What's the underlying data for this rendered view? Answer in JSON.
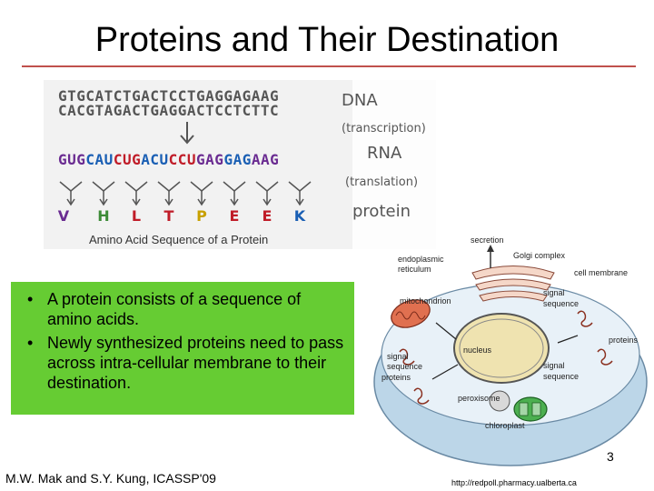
{
  "slide": {
    "title": "Proteins and Their Destination",
    "page_number": "3",
    "footer_left": "M.W. Mak and S.Y. Kung, ICASSP'09",
    "footer_right": "http://redpoll.pharmacy.ualberta.ca"
  },
  "dna_figure": {
    "dna_strand_1": "GTGCATCTGACTCCTGAGGAGAAG",
    "dna_strand_2": "CACGTAGACTGAGGACTCCTCTTC",
    "rna_codons": [
      "GUG",
      "CAU",
      "CUG",
      "ACU",
      "CCU",
      "GAG",
      "GAG",
      "AAG"
    ],
    "amino_acids": [
      "V",
      "H",
      "L",
      "T",
      "P",
      "E",
      "E",
      "K"
    ],
    "labels": {
      "dna": "DNA",
      "transcription": "(transcription)",
      "rna": "RNA",
      "translation": "(translation)",
      "protein": "protein"
    },
    "caption": "Amino Acid Sequence of a Protein"
  },
  "bullets": [
    "A protein consists of a sequence of amino acids.",
    "Newly synthesized proteins need to pass across intra-cellular membrane to their destination."
  ],
  "cell_figure": {
    "labels": {
      "secretion": "secretion",
      "golgi": "Golgi complex",
      "er_line1": "endoplasmic",
      "er_line2": "reticulum",
      "cell_membrane": "cell membrane",
      "mitochondrion": "mitochondrion",
      "signal_seq_top_1": "signal",
      "signal_seq_top_2": "sequence",
      "nucleus": "nucleus",
      "proteins_right": "proteins",
      "signal_seq_left_1": "signal",
      "signal_seq_left_2": "sequence",
      "proteins_left": "proteins",
      "signal_seq_right_1": "signal",
      "signal_seq_right_2": "sequence",
      "peroxisome": "peroxisome",
      "chloroplast": "chloroplast"
    }
  }
}
